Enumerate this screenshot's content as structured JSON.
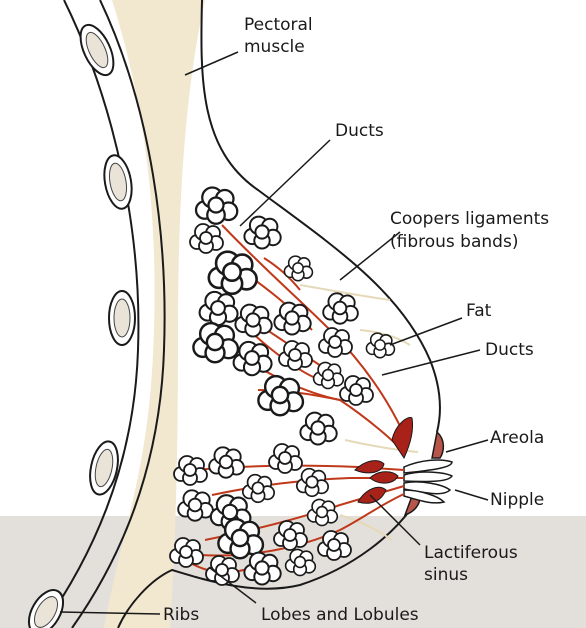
{
  "labels": {
    "pectoral_muscle": [
      "Pectoral",
      "muscle"
    ],
    "ducts_top": "Ducts",
    "coopers": [
      "Coopers ligaments",
      "(fibrous bands)"
    ],
    "fat": "Fat",
    "ducts_mid": "Ducts",
    "areola": "Areola",
    "nipple": "Nipple",
    "lactiferous_sinus": [
      "Lactiferous",
      "sinus"
    ],
    "ribs": "Ribs",
    "lobes_lobules": "Lobes and Lobules"
  },
  "colors": {
    "muscle": "#f2e7cf",
    "duct": "#c0391b",
    "sinus": "#a8221a",
    "outline": "#1a1a1a",
    "lower_band": "#e3e0dc"
  }
}
